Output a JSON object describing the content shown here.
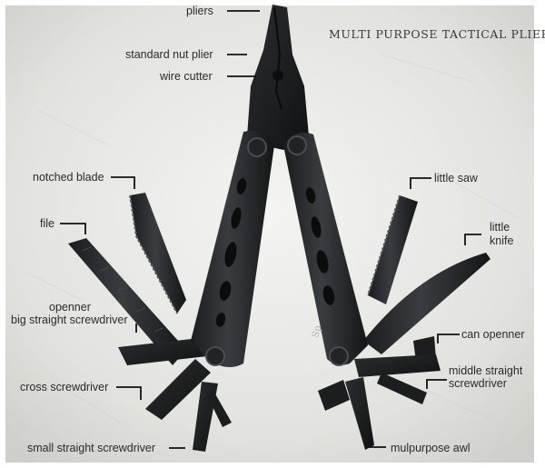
{
  "title": "MULTI PURPOSE TACTICAL PLIERS",
  "labels": {
    "pliers": "pliers",
    "standard_nut_plier": "standard nut plier",
    "wire_cutter": "wire cutter",
    "notched_blade": "notched blade",
    "file": "file",
    "openner": "openner",
    "big_straight_screwdriver": "big straight screwdriver",
    "cross_screwdriver": "cross screwdriver",
    "small_straight_screwdriver": "small straight screwdriver",
    "little_saw": "little saw",
    "little_knife_line1": "little",
    "little_knife_line2": "knife",
    "can_openner": "can openner",
    "middle_straight_line1": "middle straight",
    "middle_straight_line2": "screwdriver",
    "mulpurpose_awl": "mulpurpose awl"
  },
  "handle_text": "Sp"
}
